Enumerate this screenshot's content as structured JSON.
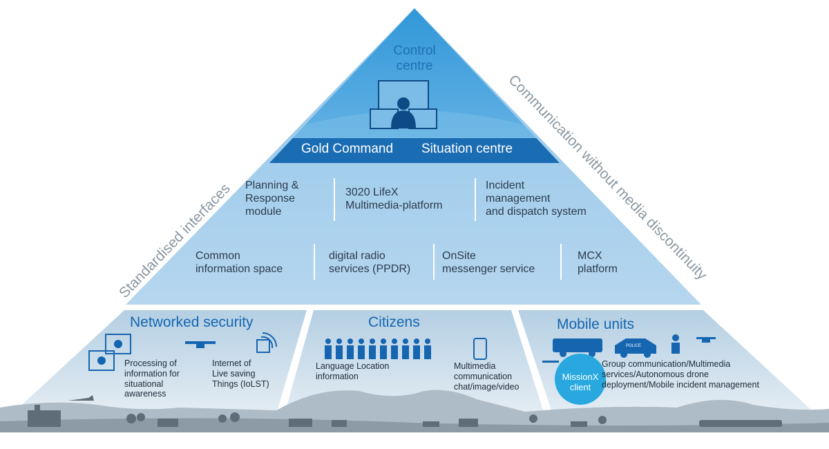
{
  "pyramid": {
    "control_centre": "Control\ncentre",
    "gold_command": "Gold Command",
    "situation_centre": "Situation centre",
    "modules_row1": [
      "Planning &\nResponse\nmodule",
      "3020 LifeX\nMultimedia-platform",
      "Incident\nmanagement\nand dispatch system"
    ],
    "modules_row2": [
      "Common\ninformation space",
      "digital radio\nservices (PPDR)",
      "OnSite\nmessenger service",
      "MCX\nplatform"
    ]
  },
  "side_labels": {
    "left": "Standardised interfaces",
    "right": "Communication without media discontinuity"
  },
  "sections": {
    "networked": {
      "title": "Networked security",
      "item1": "Processing of\ninformation for\nsituational\nawareness",
      "item2": "Internet of\nLive saving\nThings (IoLST)"
    },
    "citizens": {
      "title": "Citizens",
      "item1": "Language Location\ninformation",
      "item2": "Multimedia\ncommunication\nchat/image/video"
    },
    "mobile": {
      "title": "Mobile units",
      "badge": "MissionX\nclient",
      "item1": "Group communication/Multimedia\nservices/Autonomous drone\ndeployment/Mobile incident management",
      "police_label": "POLICE"
    }
  },
  "colors": {
    "apex": "#1f86cf",
    "mid": "#8fc3e6",
    "base": "#c8dcea",
    "dark_band": "#1a6cb3",
    "title_blue": "#1565b0",
    "badge": "#29a8e0",
    "landscape": "#9aa8b3"
  }
}
